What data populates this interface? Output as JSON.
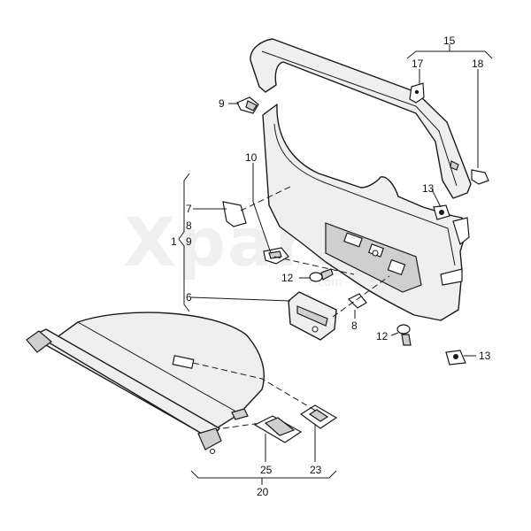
{
  "watermark": {
    "brand": "Xparts",
    "suffix": ".com"
  },
  "callouts": {
    "c15": "15",
    "c17": "17",
    "c18": "18",
    "c9": "9",
    "c10": "10",
    "c13a": "13",
    "c7": "7",
    "c8a": "8",
    "c1": "1",
    "c9b": "9",
    "c12a": "12",
    "c6": "6",
    "c8b": "8",
    "c12b": "12",
    "c13b": "13",
    "c25": "25",
    "c23": "23",
    "c20": "20"
  }
}
